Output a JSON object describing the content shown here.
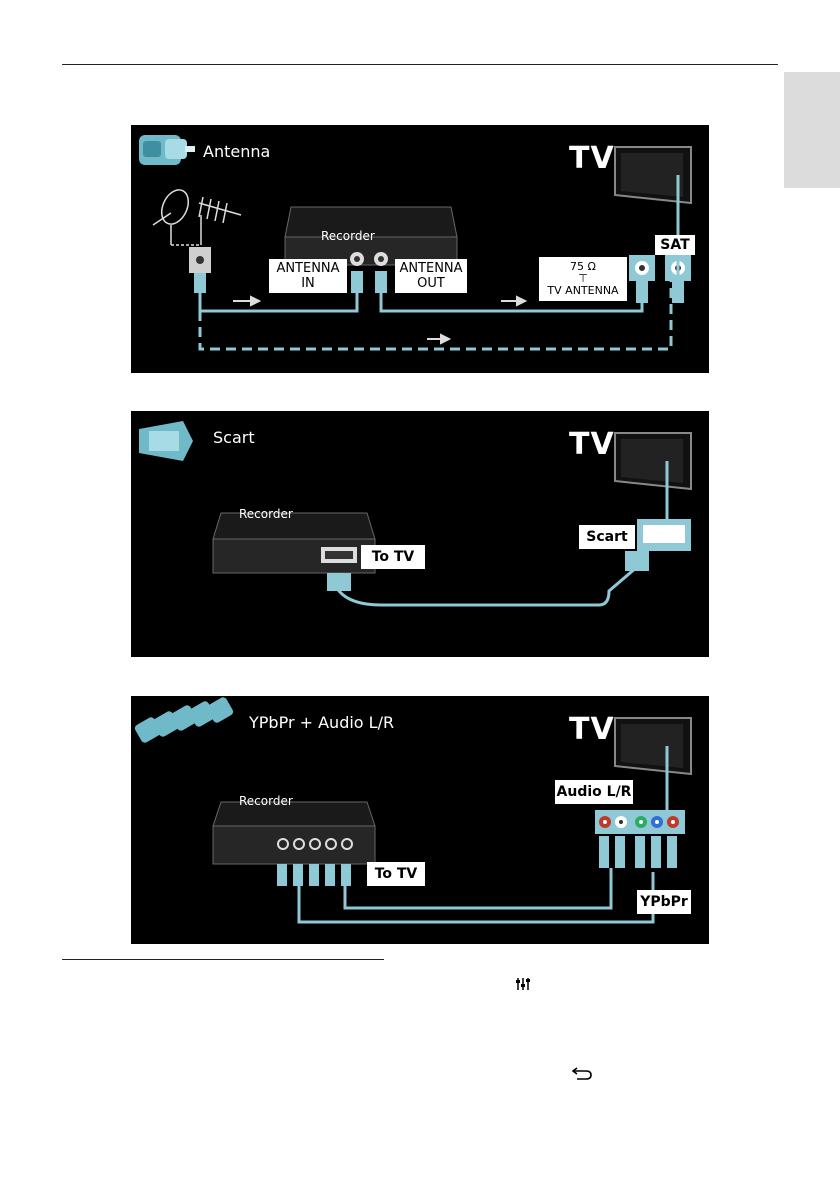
{
  "panels": {
    "antenna": {
      "title": "Antenna",
      "tv": "TV",
      "recorder": "Recorder",
      "antenna_in": "ANTENNA\nIN",
      "antenna_out": "ANTENNA\nOUT",
      "tv_antenna": "75 Ω\n⊤\nTV ANTENNA",
      "sat": "SAT"
    },
    "scart": {
      "title": "Scart",
      "tv": "TV",
      "recorder": "Recorder",
      "to_tv": "To TV",
      "scart_port": "Scart"
    },
    "ypbpr": {
      "title": "YPbPr + Audio L/R",
      "tv": "TV",
      "recorder": "Recorder",
      "to_tv": "To TV",
      "audio_lr": "Audio L/R",
      "ypbpr_port": "YPbPr"
    }
  },
  "icons": {
    "options": "sliders-icon",
    "back": "back-arrow-icon"
  },
  "colors": {
    "cable": "#8fc9d6",
    "panel_bg": "#000000",
    "port_red": "#c0392b",
    "port_green": "#27ae60",
    "port_blue": "#2e6fd8"
  }
}
